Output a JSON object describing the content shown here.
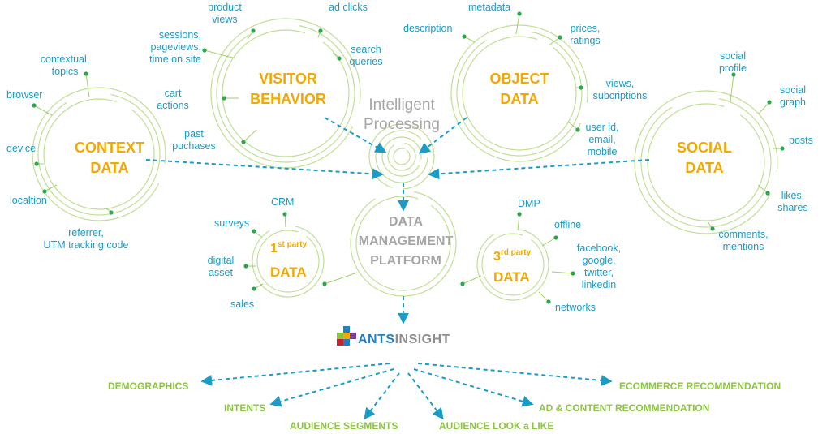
{
  "colors": {
    "accent": "#f5a800",
    "label": "#1a9cc8",
    "circle": "#8cc63f",
    "output": "#8cc63f",
    "arrow": "#1a9cc8",
    "center": "#a6a6a6"
  },
  "hubs": {
    "visitor": {
      "line1": "VISITOR",
      "line2": "BEHAVIOR"
    },
    "object": {
      "line1": "OBJECT",
      "line2": "DATA"
    },
    "context": {
      "line1": "CONTEXT",
      "line2": "DATA"
    },
    "social": {
      "line1": "SOCIAL",
      "line2": "DATA"
    }
  },
  "processing": {
    "line1": "Intelligent",
    "line2": "Processing"
  },
  "platform": {
    "line1": "DATA",
    "line2": "MANAGEMENT",
    "line3": "PLATFORM"
  },
  "first_party": {
    "num": "1",
    "sup": "st party",
    "data": "DATA"
  },
  "third_party": {
    "num": "3",
    "sup": "rd party",
    "data": "DATA"
  },
  "labels": {
    "product_views": "product\nviews",
    "ad_clicks": "ad clicks",
    "sessions": "sessions,\npageviews,\ntime on site",
    "search_queries": "search\nqueries",
    "cart_actions": "cart\nactions",
    "past_purchases": "past\npuchases",
    "metadata": "metadata",
    "description": "description",
    "prices": "prices,\nratings",
    "views": "views,\nsubcriptions",
    "user_id": "user id,\nemail,\nmobile",
    "contextual": "contextual,\ntopics",
    "browser": "browser",
    "device": "device",
    "location": "localtion",
    "referrer": "referrer,\nUTM tracking code",
    "social_profile": "social\nprofile",
    "social_graph": "social\ngraph",
    "posts": "posts",
    "likes": "likes,\nshares",
    "comments": "comments,\nmentions",
    "crm": "CRM",
    "surveys": "surveys",
    "digital_asset": "digital\nasset",
    "sales": "sales",
    "dmp": "DMP",
    "offline": "offline",
    "facebook": "facebook,\ngoogle,\ntwitter,\nlinkedin",
    "networks": "networks"
  },
  "logo": {
    "part1": "ANTS",
    "part2": "INSIGHT"
  },
  "outputs": {
    "demographics": "DEMOGRAPHICS",
    "intents": "INTENTS",
    "audience_segments": "AUDIENCE SEGMENTS",
    "audience_lookalike": "AUDIENCE LOOK a LIKE",
    "ad_content": "AD & CONTENT RECOMMENDATION",
    "ecommerce": "ECOMMERCE RECOMMENDATION"
  }
}
